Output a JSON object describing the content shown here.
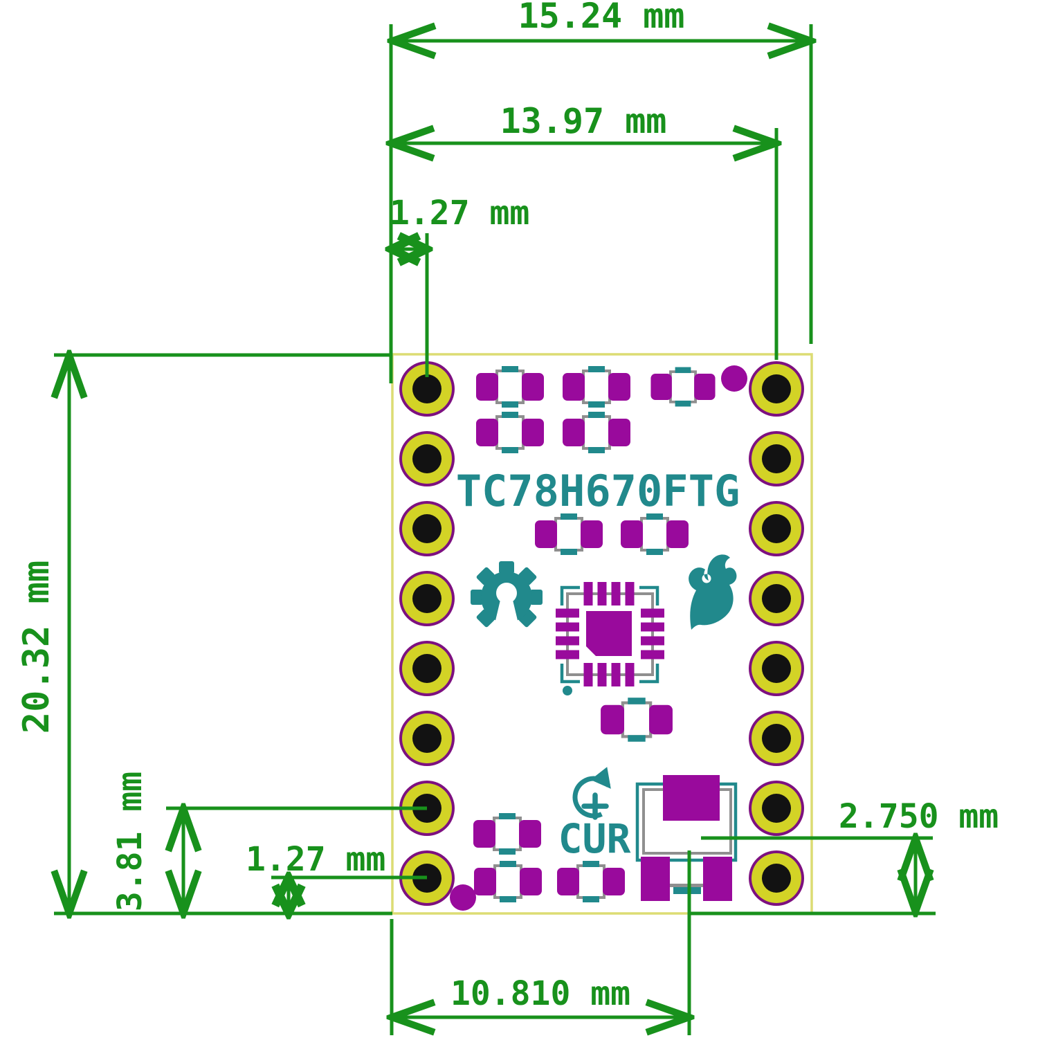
{
  "silkscreen": {
    "part_number": "TC78H670FTG",
    "cur_label": "CUR"
  },
  "dimensions": {
    "top_board_width": "15.24 mm",
    "top_pad_span": "13.97 mm",
    "top_pad_inset": "1.27 mm",
    "left_board_height": "20.32 mm",
    "left_pad_bottom_offset": "3.81 mm",
    "bottom_left_pad_inset": "1.27 mm",
    "right_trimmer_offset": "2.750 mm",
    "bottom_trimmer_span": "10.810 mm"
  },
  "icons": {
    "gear": "open-source-hardware-gear",
    "flame": "sparkfun-flame",
    "rotation": "clockwise-rotation-plus"
  },
  "pads": {
    "left_count": 8,
    "right_count": 8
  },
  "colors": {
    "dimension_green": "#18911C",
    "silkscreen_teal": "#21898C",
    "copper_purple": "#990A9C",
    "pad_ring_purple": "#7D1080",
    "pad_yellow": "#D3D326",
    "board_edge_yellow": "#DCDC73",
    "fab_gray": "#8F8F8F",
    "drill_black": "#121212",
    "background": "#FFFFFF"
  }
}
